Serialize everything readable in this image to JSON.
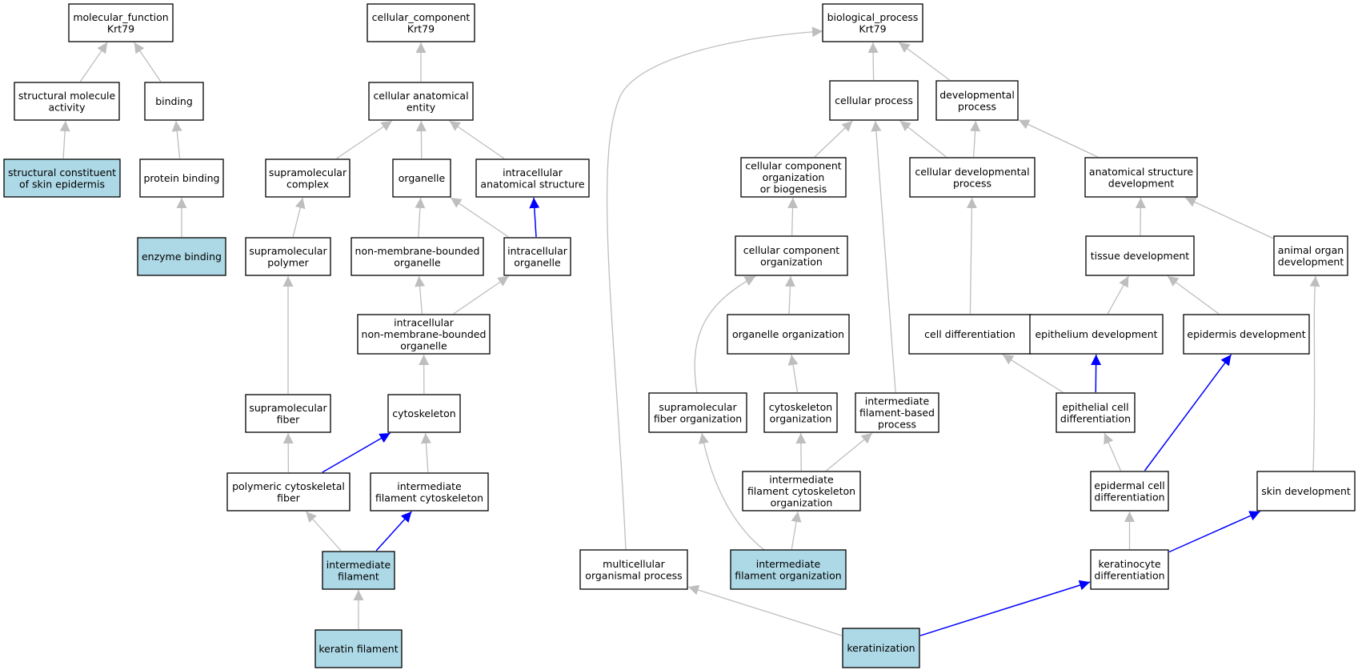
{
  "colors": {
    "node_fill": "#ffffff",
    "node_fill_highlight": "#add8e6",
    "node_stroke": "#000000",
    "edge_gray": "#bebebe",
    "edge_blue": "#0000ff"
  },
  "nodes": [
    {
      "id": "mf",
      "lines": [
        "molecular_function",
        "Krt79"
      ],
      "highlight": false
    },
    {
      "id": "sma",
      "lines": [
        "structural molecule",
        "activity"
      ],
      "highlight": false
    },
    {
      "id": "binding",
      "lines": [
        "binding"
      ],
      "highlight": false
    },
    {
      "id": "scse",
      "lines": [
        "structural constituent",
        "of skin epidermis"
      ],
      "highlight": true
    },
    {
      "id": "pb",
      "lines": [
        "protein binding"
      ],
      "highlight": false
    },
    {
      "id": "eb",
      "lines": [
        "enzyme binding"
      ],
      "highlight": true
    },
    {
      "id": "cc",
      "lines": [
        "cellular_component",
        "Krt79"
      ],
      "highlight": false
    },
    {
      "id": "cae",
      "lines": [
        "cellular anatomical",
        "entity"
      ],
      "highlight": false
    },
    {
      "id": "smc",
      "lines": [
        "supramolecular",
        "complex"
      ],
      "highlight": false
    },
    {
      "id": "org",
      "lines": [
        "organelle"
      ],
      "highlight": false
    },
    {
      "id": "ias",
      "lines": [
        "intracellular",
        "anatomical structure"
      ],
      "highlight": false
    },
    {
      "id": "smp",
      "lines": [
        "supramolecular",
        "polymer"
      ],
      "highlight": false
    },
    {
      "id": "nmbo",
      "lines": [
        "non-membrane-bounded",
        "organelle"
      ],
      "highlight": false
    },
    {
      "id": "io",
      "lines": [
        "intracellular",
        "organelle"
      ],
      "highlight": false
    },
    {
      "id": "inmbo",
      "lines": [
        "intracellular",
        "non-membrane-bounded",
        "organelle"
      ],
      "highlight": false
    },
    {
      "id": "smf",
      "lines": [
        "supramolecular",
        "fiber"
      ],
      "highlight": false
    },
    {
      "id": "cyto",
      "lines": [
        "cytoskeleton"
      ],
      "highlight": false
    },
    {
      "id": "pcf",
      "lines": [
        "polymeric cytoskeletal",
        "fiber"
      ],
      "highlight": false
    },
    {
      "id": "ifc",
      "lines": [
        "intermediate",
        "filament cytoskeleton"
      ],
      "highlight": false
    },
    {
      "id": "if",
      "lines": [
        "intermediate",
        "filament"
      ],
      "highlight": true
    },
    {
      "id": "kf",
      "lines": [
        "keratin filament"
      ],
      "highlight": true
    },
    {
      "id": "bp",
      "lines": [
        "biological_process",
        "Krt79"
      ],
      "highlight": false
    },
    {
      "id": "cp",
      "lines": [
        "cellular process"
      ],
      "highlight": false
    },
    {
      "id": "dp",
      "lines": [
        "developmental",
        "process"
      ],
      "highlight": false
    },
    {
      "id": "ccob",
      "lines": [
        "cellular component",
        "organization",
        "or biogenesis"
      ],
      "highlight": false
    },
    {
      "id": "cdp",
      "lines": [
        "cellular developmental",
        "process"
      ],
      "highlight": false
    },
    {
      "id": "asd",
      "lines": [
        "anatomical structure",
        "development"
      ],
      "highlight": false
    },
    {
      "id": "cco",
      "lines": [
        "cellular component",
        "organization"
      ],
      "highlight": false
    },
    {
      "id": "td",
      "lines": [
        "tissue development"
      ],
      "highlight": false
    },
    {
      "id": "aod",
      "lines": [
        "animal organ",
        "development"
      ],
      "highlight": false
    },
    {
      "id": "oo",
      "lines": [
        "organelle organization"
      ],
      "highlight": false
    },
    {
      "id": "cd",
      "lines": [
        "cell differentiation"
      ],
      "highlight": false
    },
    {
      "id": "ed",
      "lines": [
        "epithelium development"
      ],
      "highlight": false
    },
    {
      "id": "epd",
      "lines": [
        "epidermis development"
      ],
      "highlight": false
    },
    {
      "id": "sfo",
      "lines": [
        "supramolecular",
        "fiber organization"
      ],
      "highlight": false
    },
    {
      "id": "cyo",
      "lines": [
        "cytoskeleton",
        "organization"
      ],
      "highlight": false
    },
    {
      "id": "ifbp",
      "lines": [
        "intermediate",
        "filament-based",
        "process"
      ],
      "highlight": false
    },
    {
      "id": "ecd",
      "lines": [
        "epithelial cell",
        "differentiation"
      ],
      "highlight": false
    },
    {
      "id": "ifco",
      "lines": [
        "intermediate",
        "filament cytoskeleton",
        "organization"
      ],
      "highlight": false
    },
    {
      "id": "epcd",
      "lines": [
        "epidermal cell",
        "differentiation"
      ],
      "highlight": false
    },
    {
      "id": "sd",
      "lines": [
        "skin development"
      ],
      "highlight": false
    },
    {
      "id": "mop",
      "lines": [
        "multicellular",
        "organismal process"
      ],
      "highlight": false
    },
    {
      "id": "ifo",
      "lines": [
        "intermediate",
        "filament organization"
      ],
      "highlight": true
    },
    {
      "id": "kd",
      "lines": [
        "keratinocyte",
        "differentiation"
      ],
      "highlight": false
    },
    {
      "id": "ker",
      "lines": [
        "keratinization"
      ],
      "highlight": true
    }
  ],
  "edges": [
    {
      "from": "sma",
      "to": "mf",
      "color": "gray"
    },
    {
      "from": "binding",
      "to": "mf",
      "color": "gray"
    },
    {
      "from": "scse",
      "to": "sma",
      "color": "gray"
    },
    {
      "from": "pb",
      "to": "binding",
      "color": "gray"
    },
    {
      "from": "eb",
      "to": "pb",
      "color": "gray"
    },
    {
      "from": "cae",
      "to": "cc",
      "color": "gray"
    },
    {
      "from": "smc",
      "to": "cae",
      "color": "gray"
    },
    {
      "from": "org",
      "to": "cae",
      "color": "gray"
    },
    {
      "from": "ias",
      "to": "cae",
      "color": "gray"
    },
    {
      "from": "smp",
      "to": "smc",
      "color": "gray"
    },
    {
      "from": "nmbo",
      "to": "org",
      "color": "gray"
    },
    {
      "from": "io",
      "to": "org",
      "color": "gray"
    },
    {
      "from": "io",
      "to": "ias",
      "color": "blue"
    },
    {
      "from": "inmbo",
      "to": "nmbo",
      "color": "gray"
    },
    {
      "from": "inmbo",
      "to": "io",
      "color": "gray"
    },
    {
      "from": "smf",
      "to": "smp",
      "color": "gray"
    },
    {
      "from": "cyto",
      "to": "inmbo",
      "color": "gray"
    },
    {
      "from": "pcf",
      "to": "smf",
      "color": "gray"
    },
    {
      "from": "pcf",
      "to": "cyto",
      "color": "blue"
    },
    {
      "from": "ifc",
      "to": "cyto",
      "color": "gray"
    },
    {
      "from": "if",
      "to": "pcf",
      "color": "gray"
    },
    {
      "from": "if",
      "to": "ifc",
      "color": "blue"
    },
    {
      "from": "kf",
      "to": "if",
      "color": "gray"
    },
    {
      "from": "cp",
      "to": "bp",
      "color": "gray"
    },
    {
      "from": "dp",
      "to": "bp",
      "color": "gray"
    },
    {
      "from": "mop",
      "to": "bp",
      "color": "gray"
    },
    {
      "from": "ccob",
      "to": "cp",
      "color": "gray"
    },
    {
      "from": "cdp",
      "to": "cp",
      "color": "gray"
    },
    {
      "from": "cdp",
      "to": "dp",
      "color": "gray"
    },
    {
      "from": "asd",
      "to": "dp",
      "color": "gray"
    },
    {
      "from": "ifbp",
      "to": "cp",
      "color": "gray"
    },
    {
      "from": "cco",
      "to": "ccob",
      "color": "gray"
    },
    {
      "from": "oo",
      "to": "cco",
      "color": "gray"
    },
    {
      "from": "sfo",
      "to": "cco",
      "color": "gray"
    },
    {
      "from": "cd",
      "to": "cdp",
      "color": "gray"
    },
    {
      "from": "td",
      "to": "asd",
      "color": "gray"
    },
    {
      "from": "aod",
      "to": "asd",
      "color": "gray"
    },
    {
      "from": "ed",
      "to": "td",
      "color": "gray"
    },
    {
      "from": "epd",
      "to": "td",
      "color": "gray"
    },
    {
      "from": "cyo",
      "to": "oo",
      "color": "gray"
    },
    {
      "from": "ecd",
      "to": "cd",
      "color": "gray"
    },
    {
      "from": "ecd",
      "to": "ed",
      "color": "blue"
    },
    {
      "from": "epcd",
      "to": "ecd",
      "color": "gray"
    },
    {
      "from": "epcd",
      "to": "epd",
      "color": "blue"
    },
    {
      "from": "ifco",
      "to": "cyo",
      "color": "gray"
    },
    {
      "from": "ifco",
      "to": "ifbp",
      "color": "gray"
    },
    {
      "from": "ifo",
      "to": "ifco",
      "color": "gray"
    },
    {
      "from": "ifo",
      "to": "sfo",
      "color": "gray"
    },
    {
      "from": "sd",
      "to": "aod",
      "color": "gray"
    },
    {
      "from": "kd",
      "to": "epcd",
      "color": "gray"
    },
    {
      "from": "kd",
      "to": "sd",
      "color": "blue"
    },
    {
      "from": "ker",
      "to": "kd",
      "color": "blue"
    },
    {
      "from": "ker",
      "to": "mop",
      "color": "gray"
    }
  ]
}
